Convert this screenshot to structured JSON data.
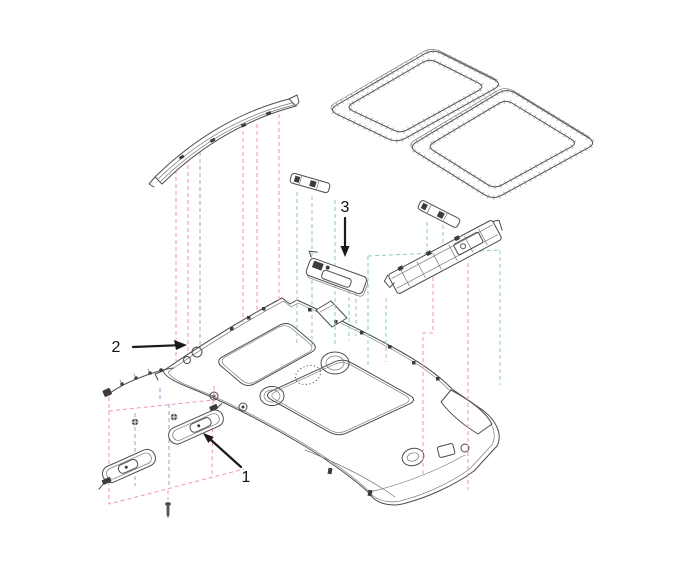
{
  "diagram": {
    "callouts": [
      {
        "label": "1",
        "target": "sun-visor"
      },
      {
        "label": "2",
        "target": "headliner"
      },
      {
        "label": "3",
        "target": "overhead-console-bracket"
      }
    ],
    "parts": [
      "roof-bow",
      "sunroof-frame-front",
      "sunroof-frame-rear",
      "mounting-bracket-front",
      "mounting-bracket-rear",
      "overhead-console-bracket",
      "rear-roof-rail",
      "headliner",
      "sun-visor-left",
      "sun-visor-right",
      "visor-mount-screws",
      "wiring-harness"
    ],
    "colors": {
      "background": "#ffffff",
      "part_line": "#4d4d4d",
      "callout": "#111111",
      "leader_pink": "#f193bd",
      "leader_green": "#8fceb4",
      "leader_blue": "#98a1d5"
    }
  }
}
